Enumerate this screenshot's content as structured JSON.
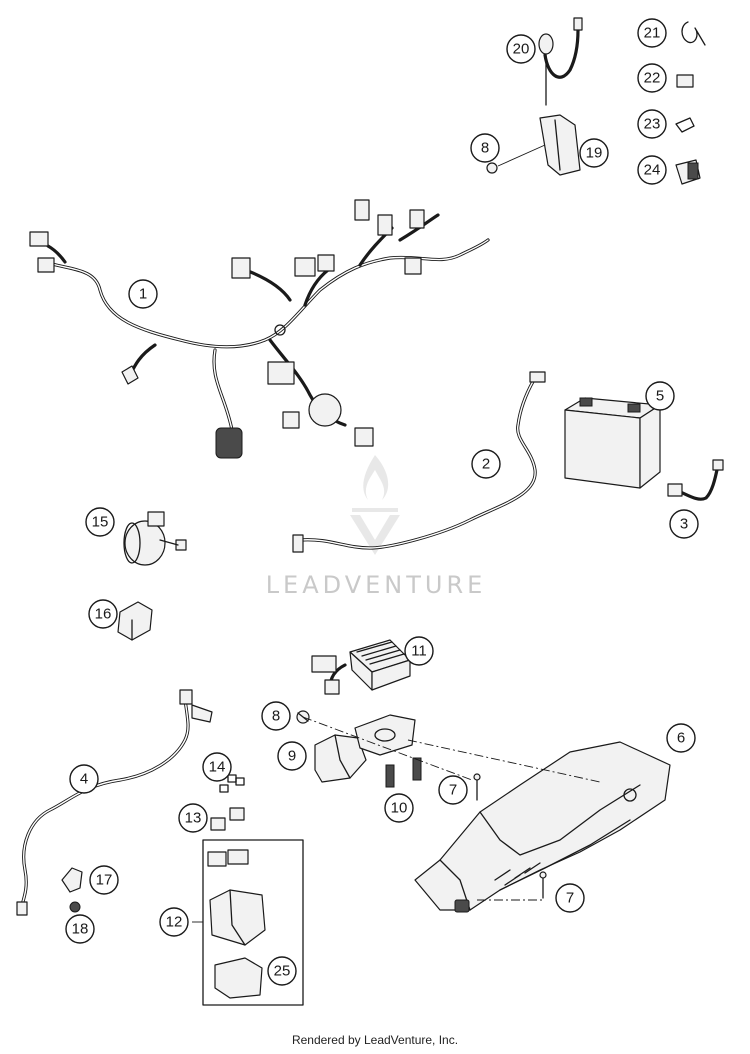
{
  "watermark": {
    "brand": "LEADVENTURE"
  },
  "footer": {
    "text": "Rendered by LeadVenture, Inc."
  },
  "callouts": [
    "1",
    "2",
    "3",
    "4",
    "5",
    "6",
    "7",
    "7",
    "8",
    "8",
    "9",
    "10",
    "11",
    "12",
    "13",
    "14",
    "15",
    "16",
    "17",
    "18",
    "19",
    "20",
    "21",
    "22",
    "23",
    "24",
    "25"
  ],
  "colors": {
    "line": "#1a1a1a",
    "watermark": "#c9c9c9",
    "background": "#ffffff"
  }
}
